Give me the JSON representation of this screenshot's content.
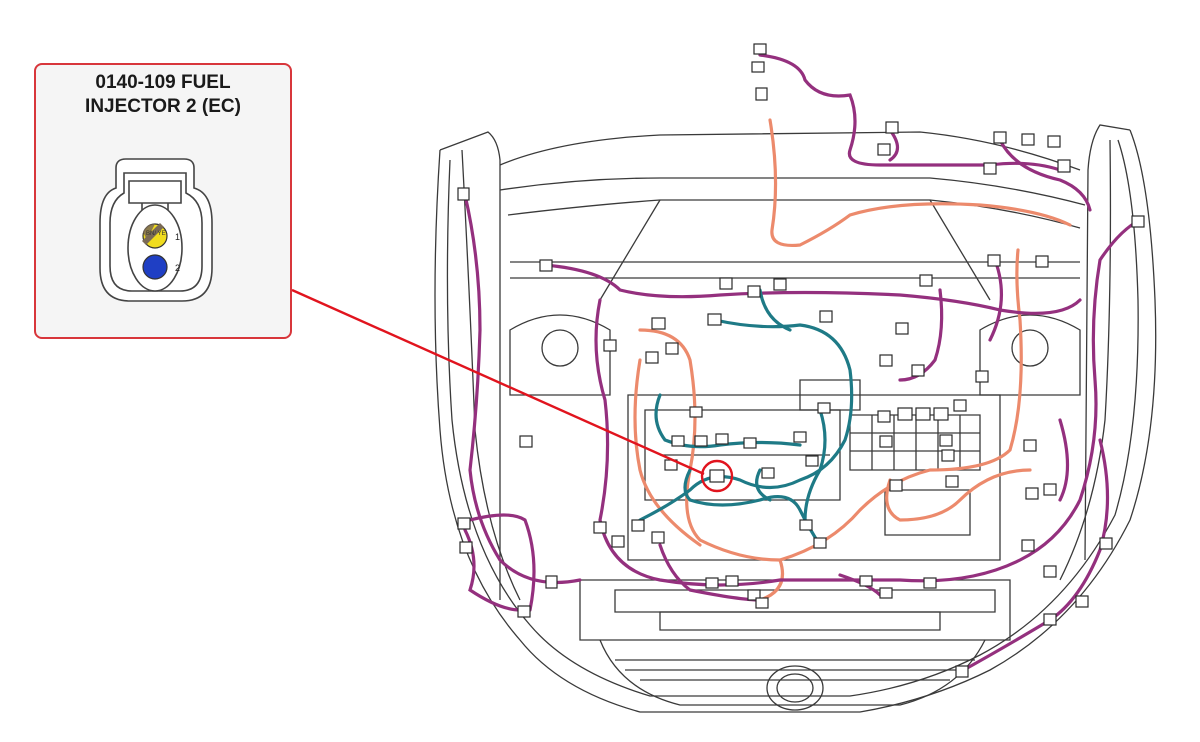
{
  "callout": {
    "title_line1": "0140-109 FUEL",
    "title_line2": "INJECTOR 2 (EC)",
    "pins": [
      {
        "number": "1",
        "wire_tag": "BN/ YE",
        "color": "#f0dc1e",
        "stripe": "#7a6a56"
      },
      {
        "number": "2",
        "wire_tag": "",
        "color": "#1f3fc4",
        "stripe": ""
      }
    ]
  },
  "colors": {
    "callout_border": "#d8363b",
    "leader_line": "#e1141e",
    "highlight_ring": "#e1141e",
    "harness_purple": "#94307e",
    "harness_salmon": "#ec8a6c",
    "harness_teal": "#1e7a86",
    "outline": "#3a3a3a"
  }
}
